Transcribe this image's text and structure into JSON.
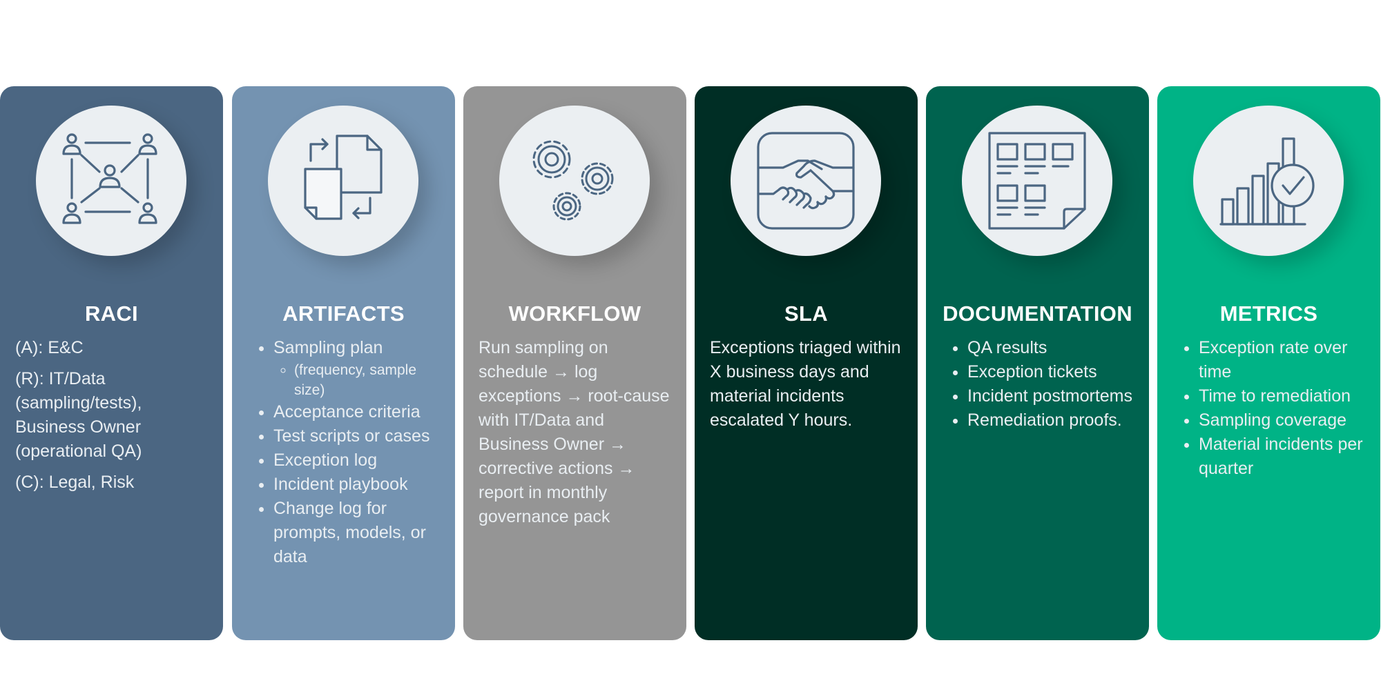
{
  "cards": [
    {
      "title": "RACI",
      "icon": "network-people-icon",
      "color": "#4b6682",
      "lines": [
        "(A): E&C",
        "(R): IT/Data (sampling/tests), Business Owner (operational QA)",
        "(C): Legal, Risk"
      ]
    },
    {
      "title": "ARTIFACTS",
      "icon": "documents-exchange-icon",
      "color": "#7493b1",
      "items": [
        "Sampling plan",
        "(frequency, sample size)",
        "Acceptance criteria",
        "Test scripts or cases",
        "Exception log",
        "Incident playbook",
        "Change log for prompts, models, or data"
      ]
    },
    {
      "title": "WORKFLOW",
      "icon": "gears-icon",
      "color": "#959595",
      "text": "Run sampling on schedule → log exceptions → root-cause with IT/Data and Business Owner → corrective actions → report in monthly governance pack"
    },
    {
      "title": "SLA",
      "icon": "handshake-icon",
      "color": "#002e25",
      "text": "Exceptions triaged within X business days and material incidents escalated Y hours."
    },
    {
      "title": "DOCUMENTATION",
      "icon": "document-layout-icon",
      "color": "#00634f",
      "items": [
        "QA results",
        "Exception tickets",
        "Incident postmortems",
        "Remediation proofs."
      ]
    },
    {
      "title": "METRICS",
      "icon": "bar-chart-check-icon",
      "color": "#00b386",
      "items": [
        "Exception rate over time",
        "Time to remediation",
        "Sampling coverage",
        "Material incidents per quarter"
      ]
    }
  ]
}
